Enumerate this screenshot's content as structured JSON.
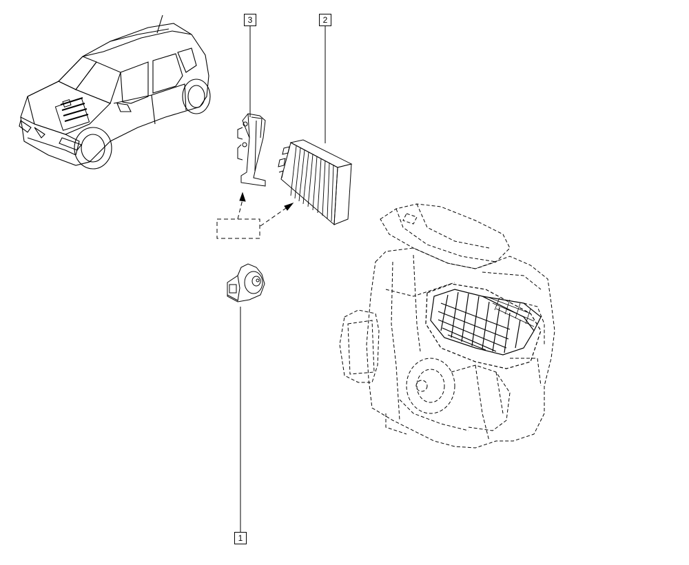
{
  "callouts": [
    {
      "id": "ref-3",
      "label": "3"
    },
    {
      "id": "ref-2",
      "label": "2"
    },
    {
      "id": "ref-1",
      "label": "1"
    }
  ],
  "colors": {
    "line": "#000000",
    "background": "#ffffff"
  },
  "icons": [
    "vehicle-illustration",
    "cabin-filter",
    "filter-cover-bracket",
    "actuator-motor",
    "hvac-unit"
  ]
}
